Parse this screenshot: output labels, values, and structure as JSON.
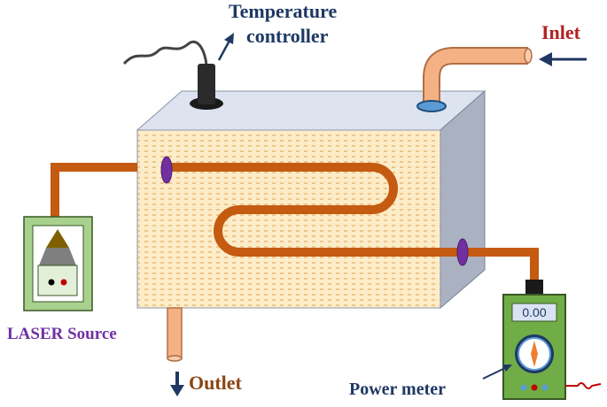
{
  "labels": {
    "temperature_controller_line1": "Temperature",
    "temperature_controller_line2": "controller",
    "inlet": "Inlet",
    "laser_source": "LASER Source",
    "outlet": "Outlet",
    "power_meter": "Power meter"
  },
  "power_meter_display": "0.00",
  "colors": {
    "fiber": "#c55a11",
    "tank_front": "#fdecc8",
    "tank_top": "#dde3ef",
    "tank_side": "#aab2c2",
    "meter_frame": "#70ad47",
    "arrow": "#1f3864",
    "port": "#7030a0",
    "pipe": "#f4b183"
  }
}
